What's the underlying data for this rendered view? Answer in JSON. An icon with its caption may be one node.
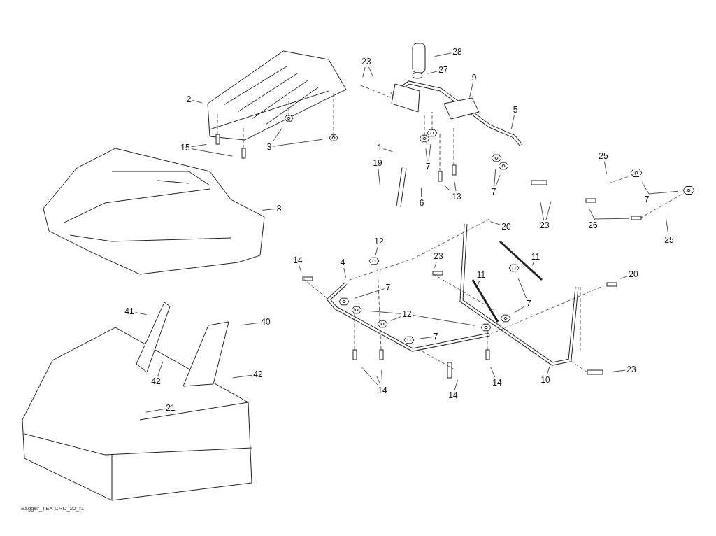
{
  "diagram": {
    "nodes": [
      {
        "text": [
          "28"
        ]
      },
      {
        "text": [
          "23"
        ]
      },
      {
        "text": [
          "27"
        ]
      },
      {
        "text": [
          "9"
        ]
      },
      {
        "text": [
          "2"
        ]
      },
      {
        "text": [
          "5"
        ]
      },
      {
        "text": [
          "3"
        ]
      },
      {
        "text": [
          "15"
        ]
      },
      {
        "text": [
          "1"
        ]
      },
      {
        "text": [
          "7"
        ]
      },
      {
        "text": [
          "19"
        ]
      },
      {
        "text": [
          "6"
        ]
      },
      {
        "text": [
          "13"
        ]
      },
      {
        "text": [
          "7"
        ]
      },
      {
        "text": [
          "23"
        ]
      },
      {
        "text": [
          "8"
        ]
      },
      {
        "text": [
          "25"
        ]
      },
      {
        "text": [
          "7"
        ]
      },
      {
        "text": [
          "26"
        ]
      },
      {
        "text": [
          "25"
        ]
      },
      {
        "text": [
          "20"
        ]
      },
      {
        "text": [
          "12"
        ]
      },
      {
        "text": [
          "14"
        ]
      },
      {
        "text": [
          "4"
        ]
      },
      {
        "text": [
          "23"
        ]
      },
      {
        "text": [
          "11"
        ]
      },
      {
        "text": [
          "11"
        ]
      },
      {
        "text": [
          "20"
        ]
      },
      {
        "text": [
          "7"
        ]
      },
      {
        "text": [
          "12"
        ]
      },
      {
        "text": [
          "7"
        ]
      },
      {
        "text": [
          "7"
        ]
      },
      {
        "text": [
          "14"
        ]
      },
      {
        "text": [
          "14"
        ]
      },
      {
        "text": [
          "14"
        ]
      },
      {
        "text": [
          "10"
        ]
      },
      {
        "text": [
          "23"
        ]
      },
      {
        "text": [
          "41"
        ]
      },
      {
        "text": [
          "40"
        ]
      },
      {
        "text": [
          "42"
        ]
      },
      {
        "text": [
          "42"
        ]
      },
      {
        "text": [
          "21"
        ]
      }
    ],
    "edges": [
      {
        "from": 0,
        "to": null,
        "arrow": "none"
      },
      {
        "from": 1,
        "to": null,
        "arrow": "none"
      },
      {
        "from": 1,
        "to": null,
        "arrow": "none"
      },
      {
        "from": 2,
        "to": null,
        "arrow": "none"
      },
      {
        "from": 3,
        "to": null,
        "arrow": "none"
      },
      {
        "from": 4,
        "to": null,
        "arrow": "none"
      },
      {
        "from": 5,
        "to": null,
        "arrow": "none"
      },
      {
        "from": 6,
        "to": null,
        "arrow": "none"
      },
      {
        "from": 6,
        "to": null,
        "arrow": "none"
      },
      {
        "from": 7,
        "to": null,
        "arrow": "none"
      },
      {
        "from": 7,
        "to": null,
        "arrow": "none"
      },
      {
        "from": 8,
        "to": null,
        "arrow": "none"
      },
      {
        "from": 9,
        "to": null,
        "arrow": "none"
      },
      {
        "from": 9,
        "to": null,
        "arrow": "none"
      },
      {
        "from": 10,
        "to": null,
        "arrow": "none"
      },
      {
        "from": 11,
        "to": null,
        "arrow": "none"
      },
      {
        "from": 12,
        "to": null,
        "arrow": "none"
      },
      {
        "from": 12,
        "to": null,
        "arrow": "none"
      },
      {
        "from": 13,
        "to": null,
        "arrow": "none"
      },
      {
        "from": 13,
        "to": null,
        "arrow": "none"
      },
      {
        "from": 14,
        "to": null,
        "arrow": "none"
      },
      {
        "from": 14,
        "to": null,
        "arrow": "none"
      },
      {
        "from": 15,
        "to": null,
        "arrow": "none"
      },
      {
        "from": 16,
        "to": null,
        "arrow": "none"
      },
      {
        "from": 17,
        "to": null,
        "arrow": "none"
      },
      {
        "from": 17,
        "to": null,
        "arrow": "none"
      },
      {
        "from": 18,
        "to": null,
        "arrow": "none"
      },
      {
        "from": 18,
        "to": null,
        "arrow": "none"
      },
      {
        "from": 19,
        "to": null,
        "arrow": "none"
      },
      {
        "from": 20,
        "to": null,
        "arrow": "none"
      },
      {
        "from": 21,
        "to": null,
        "arrow": "none"
      },
      {
        "from": 22,
        "to": null,
        "arrow": "none"
      },
      {
        "from": 23,
        "to": null,
        "arrow": "none"
      },
      {
        "from": 24,
        "to": null,
        "arrow": "none"
      },
      {
        "from": 25,
        "to": null,
        "arrow": "none"
      },
      {
        "from": 26,
        "to": null,
        "arrow": "none"
      },
      {
        "from": 27,
        "to": null,
        "arrow": "none"
      },
      {
        "from": 28,
        "to": null,
        "arrow": "none"
      },
      {
        "from": 29,
        "to": null,
        "arrow": "none"
      },
      {
        "from": 29,
        "to": null,
        "arrow": "none"
      },
      {
        "from": 29,
        "to": null,
        "arrow": "none"
      },
      {
        "from": 30,
        "to": null,
        "arrow": "none"
      },
      {
        "from": 31,
        "to": null,
        "arrow": "none"
      },
      {
        "from": 31,
        "to": null,
        "arrow": "none"
      },
      {
        "from": 32,
        "to": null,
        "arrow": "none"
      },
      {
        "from": 32,
        "to": null,
        "arrow": "none"
      },
      {
        "from": 32,
        "to": null,
        "arrow": "none"
      },
      {
        "from": 33,
        "to": null,
        "arrow": "none"
      },
      {
        "from": 34,
        "to": null,
        "arrow": "none"
      },
      {
        "from": 35,
        "to": null,
        "arrow": "none"
      },
      {
        "from": 36,
        "to": null,
        "arrow": "none"
      },
      {
        "from": 37,
        "to": null,
        "arrow": "none"
      },
      {
        "from": 38,
        "to": null,
        "arrow": "none"
      },
      {
        "from": 39,
        "to": null,
        "arrow": "none"
      },
      {
        "from": 40,
        "to": null,
        "arrow": "none"
      },
      {
        "from": 41,
        "to": null,
        "arrow": "none"
      }
    ],
    "labels": [
      "Bagger_TEX CRD_22_r1"
    ]
  }
}
